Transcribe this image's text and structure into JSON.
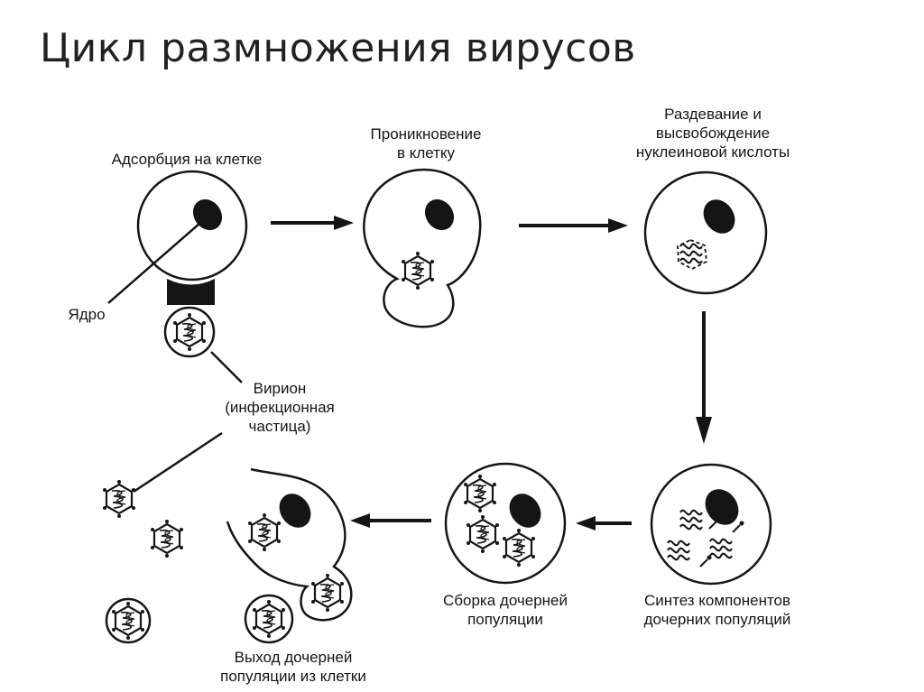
{
  "title": "Цикл размножения вирусов",
  "stages": {
    "adsorption": [
      "Адсорбция на клетке"
    ],
    "penetration": [
      "Проникновение",
      "в клетку"
    ],
    "uncoating": [
      "Раздевание и",
      "высвобождение",
      "нуклеиновой кислоты"
    ],
    "synthesis": [
      "Синтез компонентов",
      "дочерних популяций"
    ],
    "assembly": [
      "Сборка дочерней",
      "популяции"
    ],
    "release": [
      "Выход дочерней",
      "популяции из клетки"
    ]
  },
  "callouts": {
    "nucleus": "Ядро",
    "virion": [
      "Вирион",
      "(инфекционная",
      "частица)"
    ]
  },
  "colors": {
    "ink": "#151515",
    "background": "#ffffff"
  },
  "icons": [
    "arrow-right-icon",
    "arrow-down-icon",
    "arrow-left-icon",
    "virion-icon",
    "nucleus-icon"
  ]
}
